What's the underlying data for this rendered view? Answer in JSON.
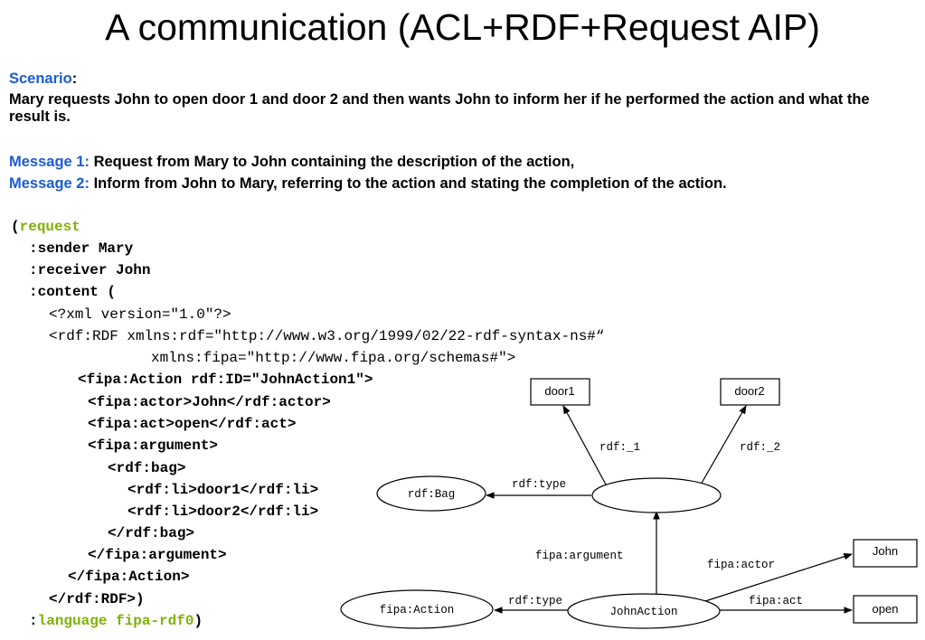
{
  "title": "A communication (ACL+RDF+Request AIP)",
  "scenario": {
    "label": "Scenario",
    "colon": ":",
    "text": "Mary requests John to open door 1 and door 2 and then wants John to inform her if he performed the action and what the result is."
  },
  "messages": [
    {
      "label": "Message 1:",
      "text": "Request from Mary to John containing the description of the action,"
    },
    {
      "label": "Message 2:",
      "text": "Inform from John to Mary, referring to the action and stating the completion of the action."
    }
  ],
  "code": {
    "open_paren": "(",
    "performative": "request",
    "sender": ":sender Mary",
    "receiver": ":receiver John",
    "content": ":content (",
    "xml_decl": "<?xml version=\"1.0\"?>",
    "rdf_open": "<rdf:RDF xmlns:rdf=\"http://www.w3.org/1999/02/22-rdf-syntax-ns#“",
    "rdf_ns2": "xmlns:fipa=\"http://www.fipa.org/schemas#\">",
    "action_open": "<fipa:Action rdf:ID=\"JohnAction1\">",
    "actor": "<fipa:actor>John</rdf:actor>",
    "act": "<fipa:act>open</rdf:act>",
    "argument_open": "<fipa:argument>",
    "bag_open": "<rdf:bag>",
    "li1": "<rdf:li>door1</rdf:li>",
    "li2": "<rdf:li>door2</rdf:li>",
    "bag_close": "</rdf:bag>",
    "argument_close": "</fipa:argument>",
    "action_close": "</fipa:Action>",
    "rdf_close": "</rdf:RDF>)",
    "language_prefix": ":",
    "language": "language fipa-rdf0",
    "close_paren": ")"
  },
  "diagram": {
    "nodes": {
      "door1": "door1",
      "door2": "door2",
      "bag": "rdf:Bag",
      "fipa_action": "fipa:Action",
      "john_action": "JohnAction",
      "john": "John",
      "open": "open",
      "blank": ""
    },
    "edges": {
      "rdf_1": "rdf:_1",
      "rdf_2": "rdf:_2",
      "rdf_type_top": "rdf:type",
      "fipa_argument": "fipa:argument",
      "fipa_actor": "fipa:actor",
      "rdf_type_bottom": "rdf:type",
      "fipa_act": "fipa:act"
    }
  }
}
